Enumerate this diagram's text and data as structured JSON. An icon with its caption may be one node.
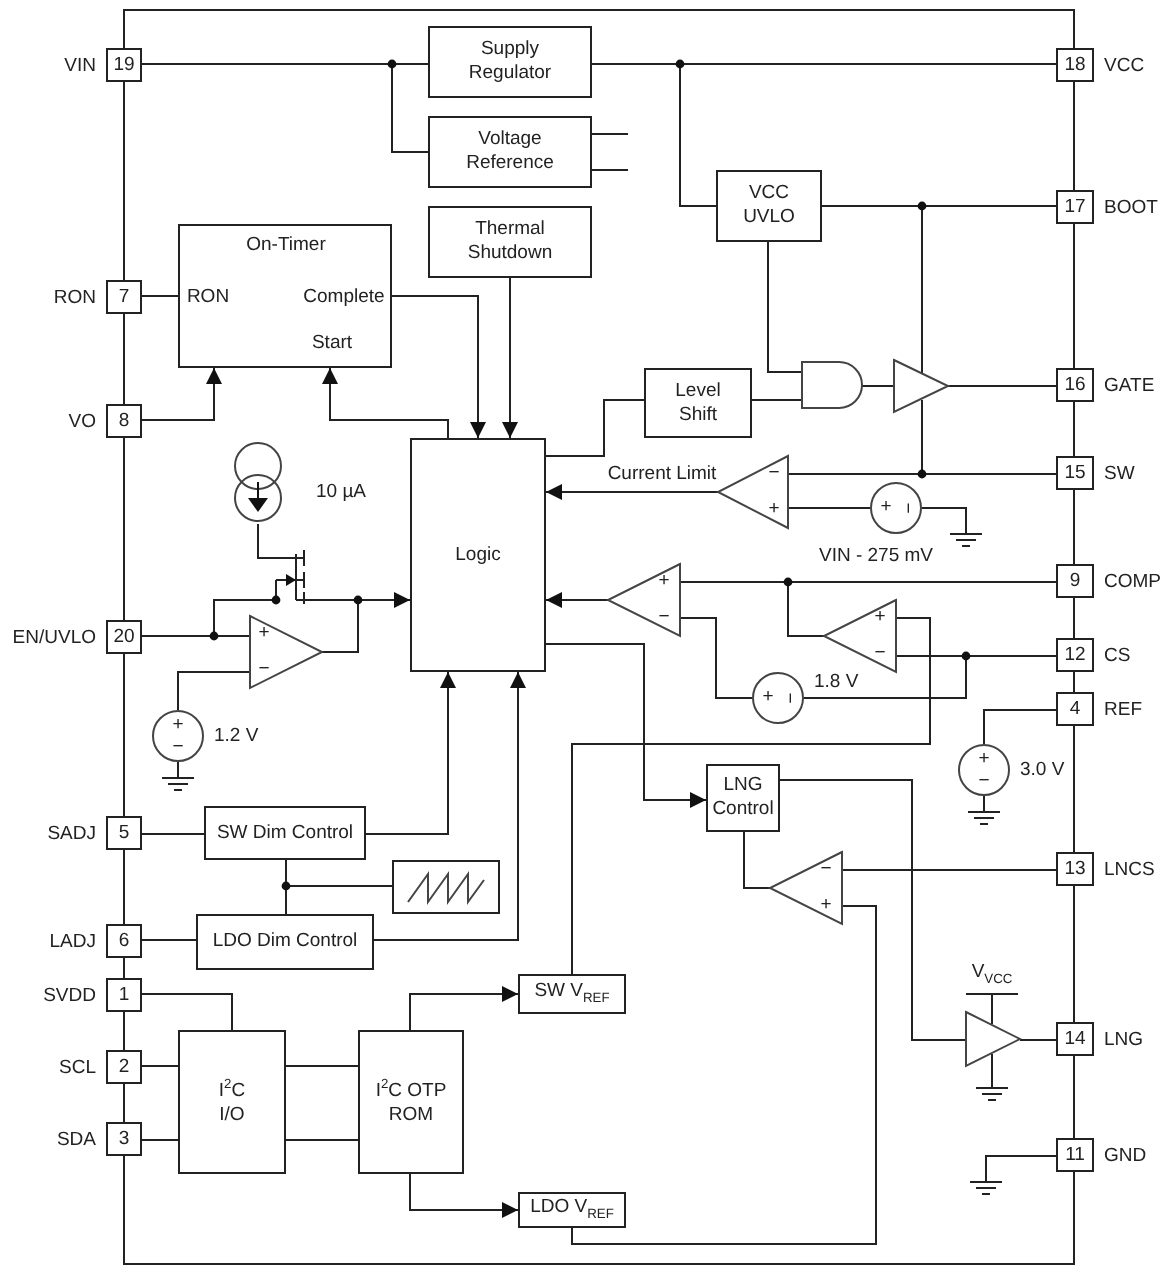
{
  "diagram": {
    "nodes": [
      {
        "text": [
          "19"
        ],
        "beside": [
          "VIN"
        ]
      },
      {
        "text": [
          "7"
        ],
        "beside": [
          "RON"
        ]
      },
      {
        "text": [
          "8"
        ],
        "beside": [
          "VO"
        ]
      },
      {
        "text": [
          "20"
        ],
        "beside": [
          "EN/UVLO"
        ]
      },
      {
        "text": [
          "5"
        ],
        "beside": [
          "SADJ"
        ]
      },
      {
        "text": [
          "6"
        ],
        "beside": [
          "LADJ"
        ]
      },
      {
        "text": [
          "1"
        ],
        "beside": [
          "SVDD"
        ]
      },
      {
        "text": [
          "2"
        ],
        "beside": [
          "SCL"
        ]
      },
      {
        "text": [
          "3"
        ],
        "beside": [
          "SDA"
        ]
      },
      {
        "text": [
          "18"
        ],
        "beside": [
          "VCC"
        ]
      },
      {
        "text": [
          "17"
        ],
        "beside": [
          "BOOT"
        ]
      },
      {
        "text": [
          "16"
        ],
        "beside": [
          "GATE"
        ]
      },
      {
        "text": [
          "15"
        ],
        "beside": [
          "SW"
        ]
      },
      {
        "text": [
          "9"
        ],
        "beside": [
          "COMP"
        ]
      },
      {
        "text": [
          "12"
        ],
        "beside": [
          "CS"
        ]
      },
      {
        "text": [
          "4"
        ],
        "beside": [
          "REF"
        ]
      },
      {
        "text": [
          "13"
        ],
        "beside": [
          "LNCS"
        ]
      },
      {
        "text": [
          "14"
        ],
        "beside": [
          "LNG"
        ]
      },
      {
        "text": [
          "11"
        ],
        "beside": [
          "GND"
        ]
      },
      {
        "text": [
          "Supply Regulator"
        ]
      },
      {
        "text": [
          "Voltage Reference"
        ]
      },
      {
        "text": [
          "On-Timer",
          "RON",
          "Complete",
          "Start"
        ]
      },
      {
        "text": [
          "Thermal Shutdown"
        ]
      },
      {
        "text": [
          "VCC UVLO"
        ]
      },
      {
        "text": [
          "Level Shift"
        ]
      },
      {
        "text": [],
        "shape": "gate"
      },
      {
        "text": [],
        "shape": "triangle"
      },
      {
        "text": [
          "Logic"
        ]
      },
      {
        "text": [
          "−",
          "+"
        ]
      },
      {
        "text": [
          "+",
          "−"
        ],
        "beside": [
          "VIN - 275 mV"
        ]
      },
      {
        "text": [],
        "shape": "circle",
        "beside": [
          "10 µA"
        ]
      },
      {
        "text": [
          "+",
          "−"
        ]
      },
      {
        "text": [
          "+",
          "−"
        ],
        "beside": [
          "1.2 V"
        ]
      },
      {
        "text": [
          "SW Dim Control"
        ]
      },
      {
        "text": [],
        "shape": "box"
      },
      {
        "text": [
          "LDO Dim Control"
        ]
      },
      {
        "text": [
          "I$^{2}$C I/O"
        ]
      },
      {
        "text": [
          "I$^{2}$C OTP ROM"
        ]
      },
      {
        "text": [
          "SW V$_{REF}$"
        ]
      },
      {
        "text": [
          "LDO V$_{REF}$"
        ]
      },
      {
        "text": [
          "+",
          "−"
        ]
      },
      {
        "text": [
          "+",
          "−"
        ]
      },
      {
        "text": [
          "+",
          "−"
        ],
        "beside": [
          "1.8 V"
        ]
      },
      {
        "text": [
          "+",
          "−"
        ],
        "beside": [
          "3.0 V"
        ]
      },
      {
        "text": [
          "LNG Control"
        ]
      },
      {
        "text": [
          "−",
          "+"
        ]
      },
      {
        "text": [],
        "shape": "triangle",
        "beside": [
          "V$_{VCC}$"
        ]
      },
      {
        "text": [],
        "shape": "transistor"
      }
    ],
    "edges": [
      {
        "from": 0,
        "to": 19,
        "arrow": "none"
      },
      {
        "from": 0,
        "to": 20,
        "arrow": "none"
      },
      {
        "from": 19,
        "to": 9,
        "arrow": "none"
      },
      {
        "from": 9,
        "to": 23,
        "arrow": "none"
      },
      {
        "from": 23,
        "to": 10,
        "arrow": "none"
      },
      {
        "from": 10,
        "to": 26,
        "arrow": "none"
      },
      {
        "from": 23,
        "to": 25,
        "arrow": "none"
      },
      {
        "from": 24,
        "to": 25,
        "arrow": "none"
      },
      {
        "from": 25,
        "to": 26,
        "arrow": "none"
      },
      {
        "from": 26,
        "to": 11,
        "arrow": "none"
      },
      {
        "from": 26,
        "to": 12,
        "arrow": "none"
      },
      {
        "from": 12,
        "to": 28,
        "arrow": "none"
      },
      {
        "from": 29,
        "to": 28,
        "arrow": "none"
      },
      {
        "from": 28,
        "to": 27,
        "arrow": "to",
        "label": "Current Limit"
      },
      {
        "from": 27,
        "to": 24,
        "arrow": "none"
      },
      {
        "from": 21,
        "to": 27,
        "arrow": "to"
      },
      {
        "from": 22,
        "to": 27,
        "arrow": "to"
      },
      {
        "from": 27,
        "to": 21,
        "arrow": "to"
      },
      {
        "from": 2,
        "to": 21,
        "arrow": "to"
      },
      {
        "from": 1,
        "to": 21,
        "arrow": "none"
      },
      {
        "from": 20,
        "to": null,
        "arrow": "none"
      },
      {
        "from": 20,
        "to": null,
        "arrow": "none"
      },
      {
        "from": 30,
        "to": 47,
        "arrow": "none"
      },
      {
        "from": 47,
        "to": 3,
        "arrow": "none"
      },
      {
        "from": 31,
        "to": 27,
        "arrow": "to"
      },
      {
        "from": 31,
        "to": 47,
        "arrow": "none"
      },
      {
        "from": 3,
        "to": 31,
        "arrow": "none"
      },
      {
        "from": 32,
        "to": 31,
        "arrow": "none"
      },
      {
        "from": 4,
        "to": 33,
        "arrow": "none"
      },
      {
        "from": 33,
        "to": 27,
        "arrow": "to"
      },
      {
        "from": 34,
        "to": 33,
        "arrow": "none"
      },
      {
        "from": 34,
        "to": 35,
        "arrow": "none"
      },
      {
        "from": 5,
        "to": 35,
        "arrow": "none"
      },
      {
        "from": 35,
        "to": 27,
        "arrow": "to"
      },
      {
        "from": 6,
        "to": 36,
        "arrow": "none"
      },
      {
        "from": 7,
        "to": 36,
        "arrow": "none"
      },
      {
        "from": 8,
        "to": 36,
        "arrow": "none"
      },
      {
        "from": 36,
        "to": 37,
        "arrow": "none"
      },
      {
        "from": 36,
        "to": 37,
        "arrow": "none"
      },
      {
        "from": 37,
        "to": 38,
        "arrow": "to"
      },
      {
        "from": 37,
        "to": 39,
        "arrow": "to"
      },
      {
        "from": 38,
        "to": 41,
        "arrow": "none"
      },
      {
        "from": 39,
        "to": 45,
        "arrow": "none"
      },
      {
        "from": 13,
        "to": 40,
        "arrow": "none"
      },
      {
        "from": 41,
        "to": 40,
        "arrow": "none"
      },
      {
        "from": 14,
        "to": 41,
        "arrow": "none"
      },
      {
        "from": 14,
        "to": 42,
        "arrow": "none"
      },
      {
        "from": 42,
        "to": 40,
        "arrow": "none"
      },
      {
        "from": 40,
        "to": 27,
        "arrow": "to"
      },
      {
        "from": 27,
        "to": 44,
        "arrow": "to"
      },
      {
        "from": 15,
        "to": 43,
        "arrow": "none"
      },
      {
        "from": 16,
        "to": 45,
        "arrow": "none"
      },
      {
        "from": 45,
        "to": 44,
        "arrow": "none"
      },
      {
        "from": 44,
        "to": 46,
        "arrow": "none"
      },
      {
        "from": 46,
        "to": 17,
        "arrow": "none"
      }
    ]
  }
}
